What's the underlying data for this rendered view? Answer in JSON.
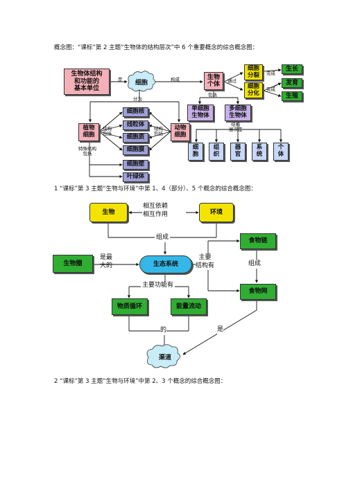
{
  "headings": {
    "h1": "概念图：“课标”第 2 主题“生物体的结构层次”中 6 个重要概念的综合概念图：",
    "h2": "1 “课标”第 3 主题“生物与环境”中第 1、4（部分）、5 个概念的综合概念图：",
    "h3": "2 “课标”第 3 主题“生物与环境”中第 2、3 个概念的综合概念图："
  },
  "map1": {
    "basic_unit": "生物体结构\n和功能的\n基本单位",
    "cell_cloud": "细胞",
    "is_label": "是",
    "constitute_label": "构成",
    "organism": "生物\n个体",
    "through_label": "通过",
    "cell_division": "细胞\n分裂",
    "cell_differentiation": "细胞\n分化",
    "complete_label_1": "完成",
    "complete_label_2": "完成",
    "growth": "生长",
    "development": "发育",
    "reproduction": "生殖",
    "divided_into_label": "分为",
    "includes_label": "包括",
    "unicellular": "单细胞\n生物体",
    "multicellular": "多细胞\n生物体",
    "structural_levels_label": "结构\n层次是",
    "levels": [
      "细\n胞",
      "组\n织",
      "器\n官",
      "系\n统",
      "个\n体"
    ],
    "plant_cell": "植物\n细胞",
    "animal_cell": "动物\n细胞",
    "structure_includes_left": "结构\n包括",
    "structure_includes_right": "结构\n包括",
    "special_structure_label": "特殊结构\n包括",
    "organelles": [
      "细胞核",
      "线粒体",
      "细胞质",
      "细胞膜"
    ],
    "special_parts": [
      "细胞壁",
      "叶绿体"
    ]
  },
  "map2": {
    "organism": "生物",
    "environment": "环境",
    "interdependence": "相互依赖\n相互作用",
    "compose_label": "组成",
    "biosphere": "生物圈",
    "is_largest_label": "是最\n大的",
    "ecosystem": "生态系统",
    "main_structure_label": "主要\n结构有",
    "food_chain": "食物链",
    "food_web": "食物网",
    "compose_label_2": "组成",
    "main_function_label": "主要功能有",
    "material_cycle": "物质循环",
    "energy_flow": "能量流动",
    "of_label": "的",
    "is_label": "是",
    "channel": "渠道"
  },
  "colors": {
    "pink": "#f4b0b8",
    "yellow": "#f2e400",
    "purple": "#c8b0e8",
    "blue_light": "#c8d8f8",
    "green": "#2fae32",
    "cell_box": "#9fa0d8",
    "cloud": "#c8ecf8"
  }
}
